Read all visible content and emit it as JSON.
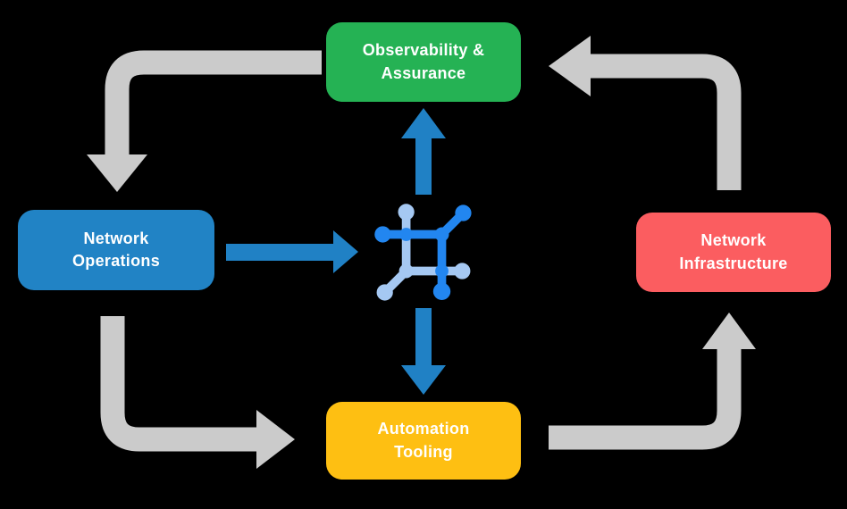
{
  "diagram": {
    "title": "Network automation lifecycle diagram",
    "background_color": "#000000",
    "nodes": {
      "observability": {
        "label": "Observability &\nAssurance",
        "color": "#25B254",
        "text_color": "#FFFFFF"
      },
      "network_operations": {
        "label": "Network\nOperations",
        "color": "#2183C5",
        "text_color": "#FFFFFF"
      },
      "network_infrastructure": {
        "label": "Network\nInfrastructure",
        "color": "#FB5D60",
        "text_color": "#FFFFFF"
      },
      "automation_tooling": {
        "label": "Automation\nTooling",
        "color": "#FEBF12",
        "text_color": "#FFFFFF"
      }
    },
    "center_icon": {
      "name": "network-mesh-icon",
      "primary_color": "#2286F0",
      "secondary_color": "#A5C8F2"
    },
    "arrows": {
      "gray_color": "#CBCBCB",
      "blue_color": "#2081C5",
      "items": [
        {
          "name": "arrow-observability-to-network-operations",
          "from": "observability",
          "to": "network_operations",
          "style": "gray-elbow",
          "direction": "down"
        },
        {
          "name": "arrow-network-infrastructure-to-observability",
          "from": "network_infrastructure",
          "to": "observability",
          "style": "gray-elbow",
          "direction": "left"
        },
        {
          "name": "arrow-network-operations-to-automation-tooling",
          "from": "network_operations",
          "to": "automation_tooling",
          "style": "gray-elbow",
          "direction": "right"
        },
        {
          "name": "arrow-automation-tooling-to-network-infrastructure",
          "from": "automation_tooling",
          "to": "network_infrastructure",
          "style": "gray-elbow",
          "direction": "up"
        },
        {
          "name": "arrow-network-operations-to-center",
          "from": "network_operations",
          "to": "center_icon",
          "style": "blue-straight",
          "direction": "right"
        },
        {
          "name": "arrow-center-to-observability",
          "from": "center_icon",
          "to": "observability",
          "style": "blue-straight",
          "direction": "up"
        },
        {
          "name": "arrow-center-to-automation-tooling",
          "from": "center_icon",
          "to": "automation_tooling",
          "style": "blue-straight",
          "direction": "down"
        }
      ]
    }
  }
}
